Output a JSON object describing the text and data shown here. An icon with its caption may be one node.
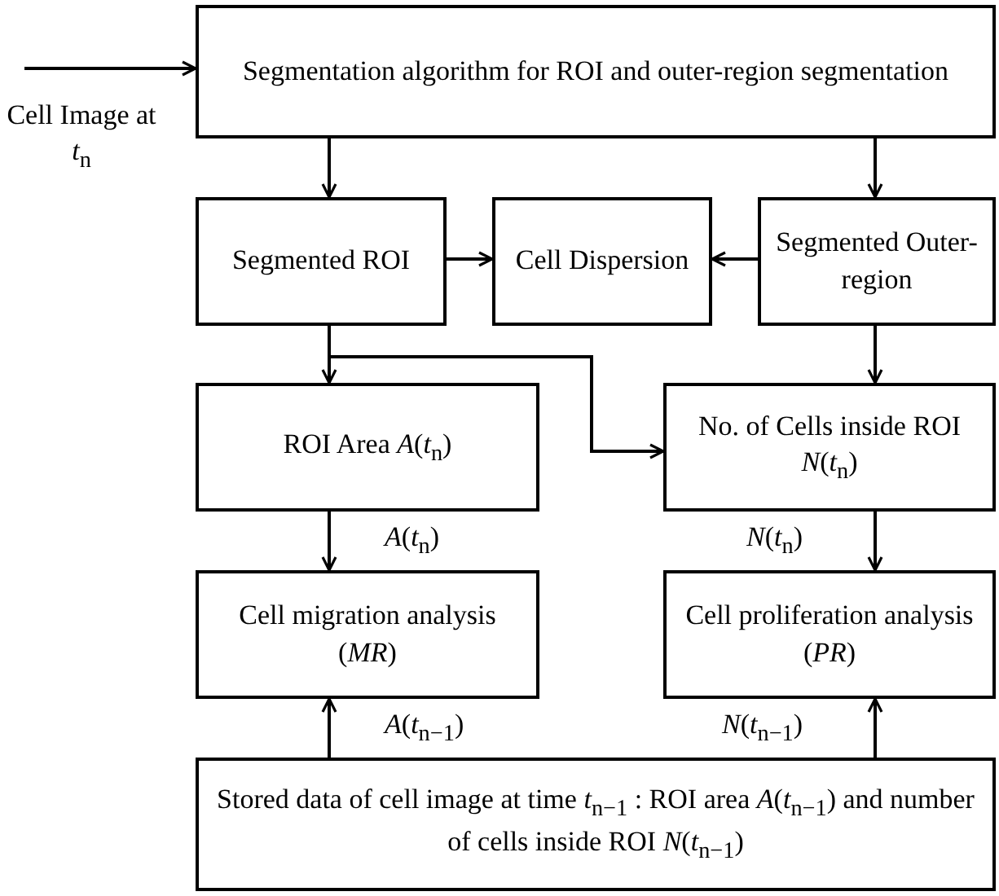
{
  "diagram": {
    "nodes": [
      {
        "text": [
          "Segmentation algorithm for ROI and outer-region segmentation"
        ]
      },
      {
        "text": [
          "Segmented ROI"
        ]
      },
      {
        "text": [
          "Cell Dispersion"
        ]
      },
      {
        "text": [
          "Segmented Outer-region"
        ]
      },
      {
        "text": [
          "ROI Area *A*(*t*$_{n}$)"
        ]
      },
      {
        "text": [
          "No. of Cells inside ROI *N*(*t*$_{n}$)"
        ]
      },
      {
        "text": [
          "Cell migration analysis (*MR*)"
        ]
      },
      {
        "text": [
          "Cell proliferation analysis (*PR*)"
        ]
      },
      {
        "text": [
          "Stored data of cell image at time *t*$_{n−1}$ : ROI area *A*(*t*$_{n−1}$) and number of cells inside ROI *N*(*t*$_{n−1}$)"
        ]
      }
    ],
    "edges": [
      {
        "from": null,
        "to": 0,
        "arrow": "to"
      },
      {
        "from": 0,
        "to": 1,
        "arrow": "to"
      },
      {
        "from": 0,
        "to": 3,
        "arrow": "to"
      },
      {
        "from": 1,
        "to": 2,
        "arrow": "to"
      },
      {
        "from": 3,
        "to": 2,
        "arrow": "to"
      },
      {
        "from": 1,
        "to": 4,
        "arrow": "to"
      },
      {
        "from": 1,
        "to": 5,
        "arrow": "to"
      },
      {
        "from": 3,
        "to": 5,
        "arrow": "to"
      },
      {
        "from": 4,
        "to": 6,
        "arrow": "to",
        "label": "*A*(*t*$_{n}$)"
      },
      {
        "from": 5,
        "to": 7,
        "arrow": "to",
        "label": "*N*(*t*$_{n}$)"
      },
      {
        "from": 8,
        "to": 6,
        "arrow": "to",
        "label": "*A*(*t*$_{n−1}$)"
      },
      {
        "from": 8,
        "to": 7,
        "arrow": "to",
        "label": "*N*(*t*$_{n−1}$)"
      }
    ],
    "labels": [
      "Cell Image at *t*$_{n}$"
    ]
  }
}
